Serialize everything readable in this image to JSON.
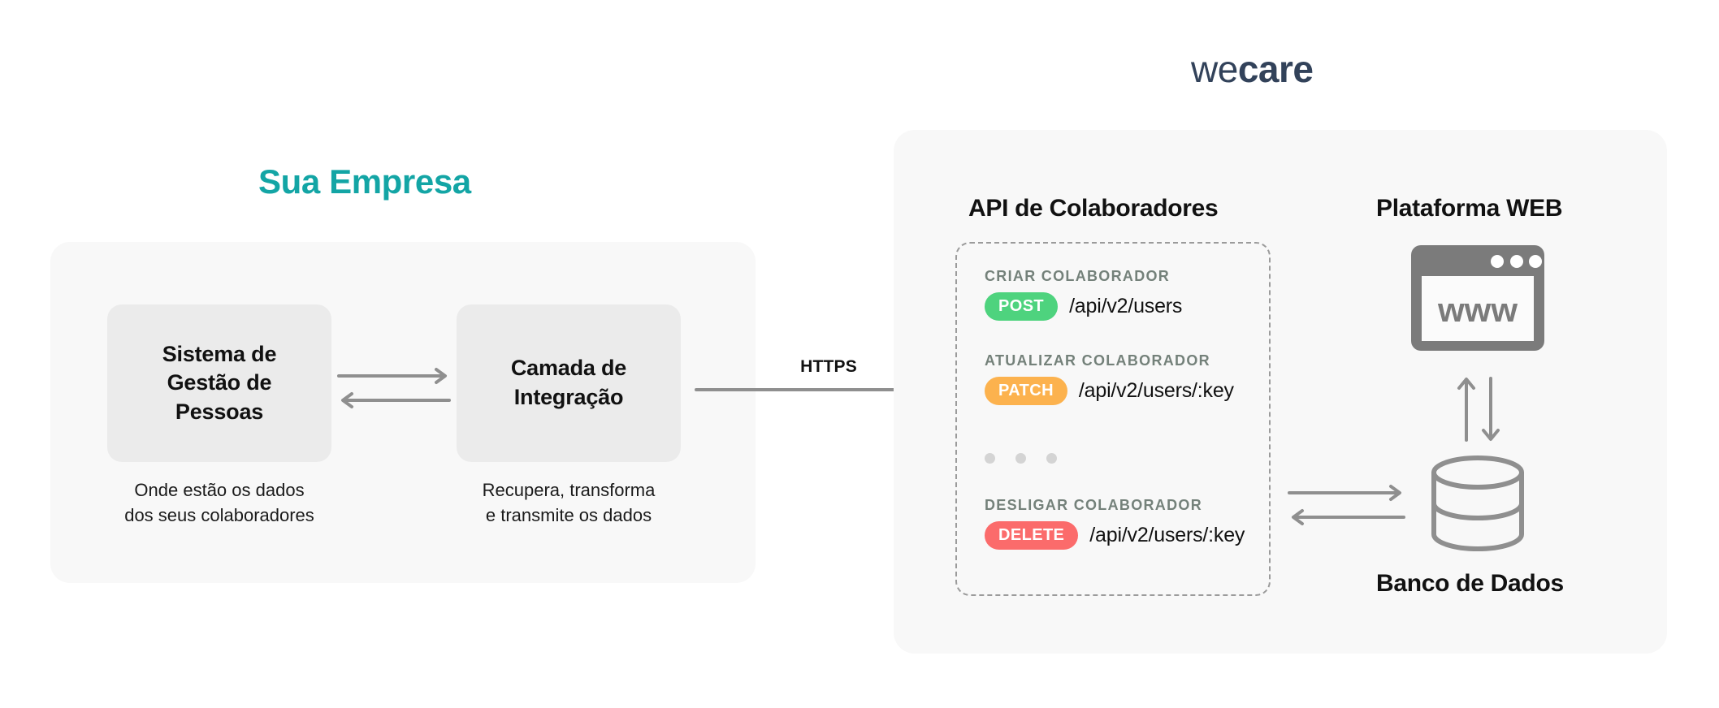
{
  "brand": {
    "name_light": "we",
    "name_bold": "care",
    "color": "#32425a"
  },
  "left": {
    "title": "Sua Empresa",
    "title_color": "#13a5a5",
    "boxes": [
      {
        "name": "sistema-de-gestao-de-pessoas",
        "label": "Sistema de\nGestão de\nPessoas",
        "line1": "Sistema de",
        "line2": "Gestão de",
        "line3": "Pessoas",
        "caption_line1": "Onde estão os dados",
        "caption_line2": "dos seus colaboradores"
      },
      {
        "name": "camada-de-integracao",
        "label": "Camada de\nIntegração",
        "line1": "Camada de",
        "line2": "Integração",
        "line3": "",
        "caption_line1": "Recupera, transforma",
        "caption_line2": "e transmite os dados"
      }
    ]
  },
  "connector": {
    "protocol_label": "HTTPS",
    "direction": "right"
  },
  "right": {
    "api_title": "API de Colaboradores",
    "web_title": "Plataforma WEB",
    "db_title": "Banco de Dados",
    "browser_text": "www",
    "endpoints": [
      {
        "label": "CRIAR COLABORADOR",
        "method": "POST",
        "path": "/api/v2/users",
        "color": "#4ed37e"
      },
      {
        "label": "ATUALIZAR COLABORADOR",
        "method": "PATCH",
        "path": "/api/v2/users/:key",
        "color": "#fcb24e"
      },
      {
        "label": "DESLIGAR COLABORADOR",
        "method": "DELETE",
        "path": "/api/v2/users/:key",
        "color": "#fb6b6b"
      }
    ],
    "ellipsis_dot_count": 3
  },
  "palette": {
    "panel_bg": "#f8f8f8",
    "inner_box_bg": "#ebebeb",
    "arrow_gray": "#8f8f8f",
    "icon_gray": "#8a8a8a",
    "label_gray": "#74817a",
    "dashed_border": "#9b9b9b"
  }
}
